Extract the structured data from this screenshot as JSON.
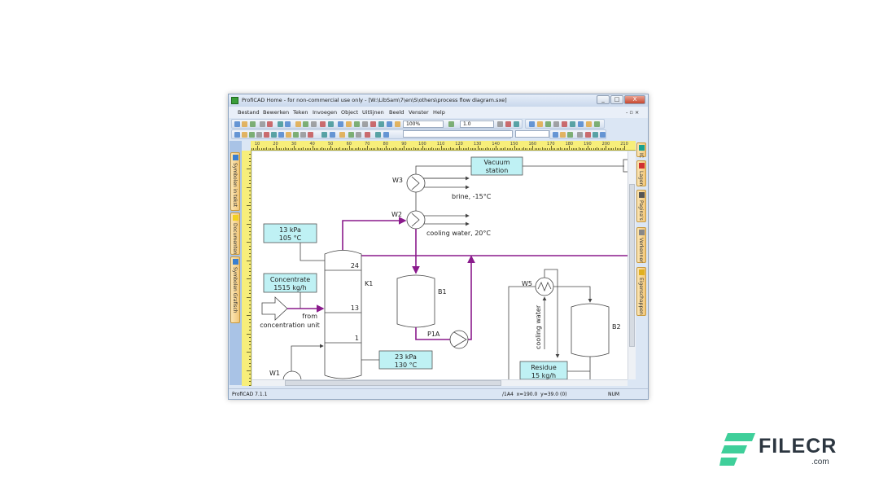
{
  "window": {
    "title": "ProfiCAD Home - for non-commercial use only - [W:\\LibSam\\7\\en\\S\\others\\process flow diagram.sxe]",
    "controls": [
      "_",
      "□",
      "X"
    ]
  },
  "menu": [
    "Bestand",
    "Bewerken",
    "Teken",
    "Invoegen",
    "Object",
    "Uitlijnen",
    "Beeld",
    "Venster",
    "Help"
  ],
  "toolbar": {
    "zoom": "100%",
    "line_width": "1.0",
    "font": "",
    "size": ""
  },
  "ruler": {
    "labels": [
      "10",
      "20",
      "30",
      "40",
      "50",
      "60",
      "70",
      "80",
      "90",
      "100",
      "110",
      "120",
      "130",
      "140",
      "150",
      "160",
      "170",
      "180",
      "190",
      "200",
      "210"
    ]
  },
  "left_tabs": [
    "Symbolen in tekst",
    "Documenten",
    "Symbolen Grafisch"
  ],
  "right_tabs": [
    "IC",
    "Lagen",
    "Pagina's",
    "Verkenner",
    "Eigenschappen"
  ],
  "diagram": {
    "vacuum": [
      "Vacuum",
      "station"
    ],
    "w3": "W3",
    "brine": "brine, -15°C",
    "w2": "W2",
    "cooling": "cooling water, 20°C",
    "top_box": [
      "13 kPa",
      "105 °C"
    ],
    "conc_box": [
      "Concentrate",
      "1515 kg/h"
    ],
    "from": [
      "from",
      "concentration unit"
    ],
    "trays": [
      "24",
      "13",
      "1"
    ],
    "k1": "K1",
    "b1": "B1",
    "p1a": "P1A",
    "bottom_box": [
      "23 kPa",
      "130 °C"
    ],
    "w1": "W1",
    "w5": "W5",
    "cw_vertical": "cooling water",
    "b2": "B2",
    "residue": [
      "Residue",
      "15 kg/h"
    ],
    "process_line_color": "#8a1a8c",
    "info_box_color": "#bff1f4"
  },
  "status": {
    "version": "ProfiCAD 7.1.1",
    "coords": "/1A4  x=190.0  y=39.0 (0)",
    "num": "NUM"
  },
  "watermark": {
    "brand": "FILECR",
    "suffix": ".com"
  }
}
